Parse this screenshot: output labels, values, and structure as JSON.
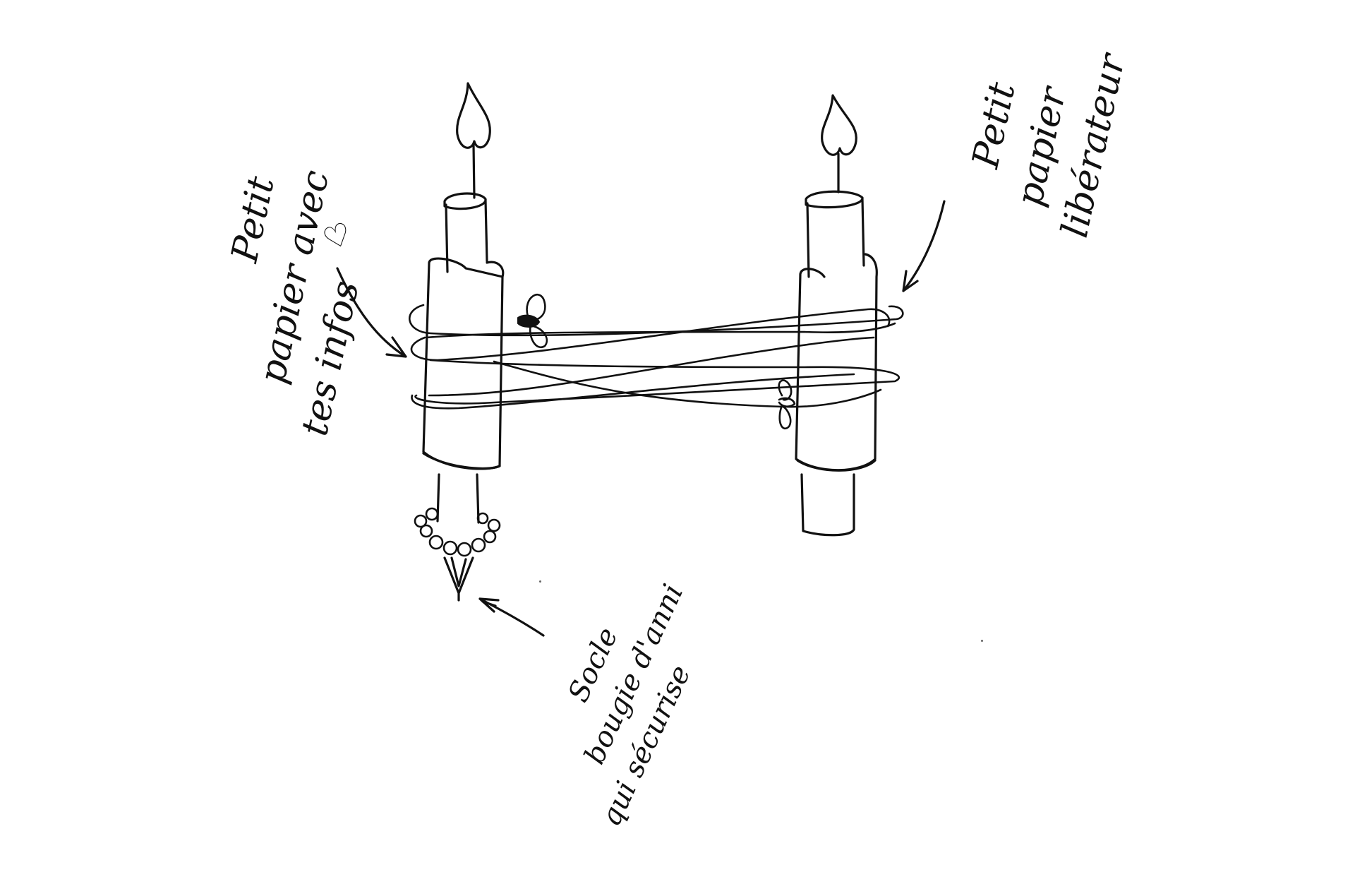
{
  "annotations": {
    "left_paper": {
      "lines": [
        "Petit",
        "papier avec",
        "tes infos"
      ],
      "heart": "♡"
    },
    "right_paper": {
      "lines": [
        "Petit",
        "papier",
        "libérateur"
      ]
    },
    "base": {
      "lines": [
        "Socle",
        "bougie d'anni",
        "qui sécurise"
      ]
    }
  },
  "icons": {
    "flame": "flame-icon",
    "heart": "heart-icon",
    "arrow": "arrow-icon",
    "bow": "bow-icon"
  },
  "colors": {
    "ink": "#111111",
    "paper": "#ffffff"
  }
}
